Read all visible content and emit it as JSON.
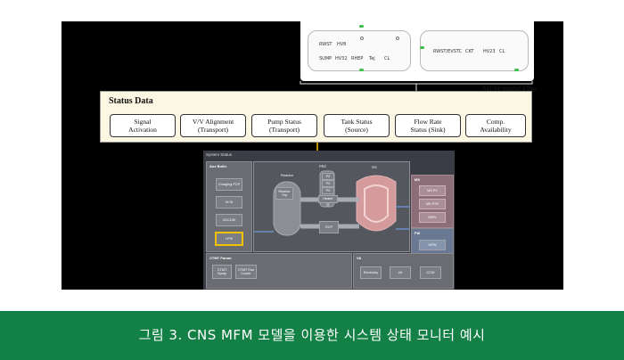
{
  "mfm": {
    "title": "MFM model Flow",
    "left_row1": [
      "RWST",
      "HV8"
    ],
    "left_row2": [
      "SUMP",
      "HV32",
      "RHEP",
      "Tej",
      "CL"
    ],
    "right_row1": [
      "RWST/EVSTC",
      "CKT",
      "HV23",
      "CL"
    ]
  },
  "status_data": {
    "title": "Status Data",
    "buttons": [
      {
        "line1": "Signal",
        "line2": "Activation"
      },
      {
        "line1": "V/V Alignment",
        "line2": "(Transport)"
      },
      {
        "line1": "Pump Status",
        "line2": "(Transport)"
      },
      {
        "line1": "Tank Status",
        "line2": "(Source)"
      },
      {
        "line1": "Flow Rate",
        "line2": "Status (Sink)"
      },
      {
        "line1": "Comp.",
        "line2": "Availability"
      }
    ]
  },
  "system_status": {
    "title": "System Status",
    "aux_build": {
      "title": "Aux Build.",
      "items": [
        "Charging PCP",
        "HI SI",
        "ACCUM",
        "LPSI"
      ]
    },
    "reactor": {
      "label": "Reactor",
      "sub": "Reactor Trip"
    },
    "pressurizer": {
      "label": "PRZ",
      "items": [
        "PZ",
        "PZ",
        "PZ",
        "Heater"
      ]
    },
    "sg": "SG",
    "rcp": "RCP",
    "ms": {
      "title": "MS",
      "items": [
        "MS PV",
        "MS PSV",
        "MSIV"
      ]
    },
    "fw": {
      "title": "FW",
      "items": [
        "MFW",
        "AFW"
      ]
    },
    "ctmt": {
      "title": "CTMT Param.",
      "items": [
        "CTMT Spray",
        "CTMT Fan Cooler"
      ]
    },
    "va": {
      "title": "VA",
      "items": [
        "Electricity",
        "I/A",
        "CCW"
      ]
    }
  },
  "caption": "그림 3. CNS MFM 모델을 이용한 시스템 상태 모니터 예시",
  "colors": {
    "caption_bg": "#138046",
    "highlight": "#f2c200",
    "status_bg": "#fbf7e2"
  }
}
